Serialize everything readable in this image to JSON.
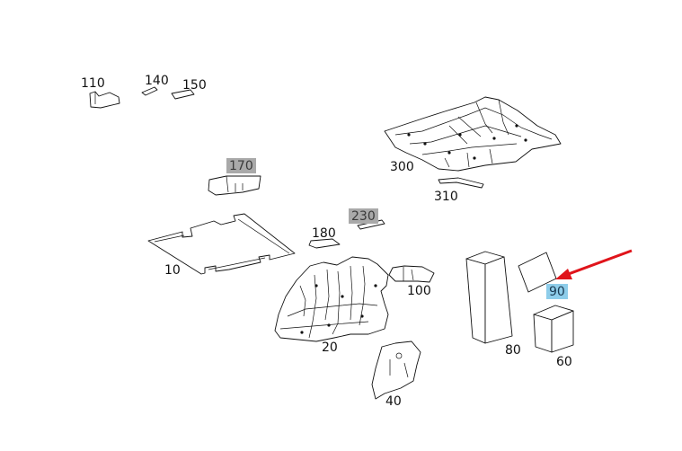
{
  "parts": [
    {
      "id": "p110",
      "label": "110",
      "name": "part-110"
    },
    {
      "id": "p140",
      "label": "140",
      "name": "part-140"
    },
    {
      "id": "p150",
      "label": "150",
      "name": "part-150"
    },
    {
      "id": "p170",
      "label": "170",
      "name": "part-170",
      "highlight": "gray"
    },
    {
      "id": "p300",
      "label": "300",
      "name": "part-300"
    },
    {
      "id": "p310",
      "label": "310",
      "name": "part-310"
    },
    {
      "id": "p230",
      "label": "230",
      "name": "part-230",
      "highlight": "gray"
    },
    {
      "id": "p180",
      "label": "180",
      "name": "part-180"
    },
    {
      "id": "p10",
      "label": "10",
      "name": "part-10"
    },
    {
      "id": "p100",
      "label": "100",
      "name": "part-100"
    },
    {
      "id": "p20",
      "label": "20",
      "name": "part-20"
    },
    {
      "id": "p40",
      "label": "40",
      "name": "part-40"
    },
    {
      "id": "p80",
      "label": "80",
      "name": "part-80"
    },
    {
      "id": "p90",
      "label": "90",
      "name": "part-90",
      "highlight": "blue"
    },
    {
      "id": "p60",
      "label": "60",
      "name": "part-60"
    }
  ],
  "colors": {
    "highlight_gray": "#a9a9a9",
    "highlight_blue": "#8ecdea",
    "arrow": "#e0141b",
    "line": "#111111"
  },
  "pointer": {
    "target": "90",
    "color": "red"
  }
}
